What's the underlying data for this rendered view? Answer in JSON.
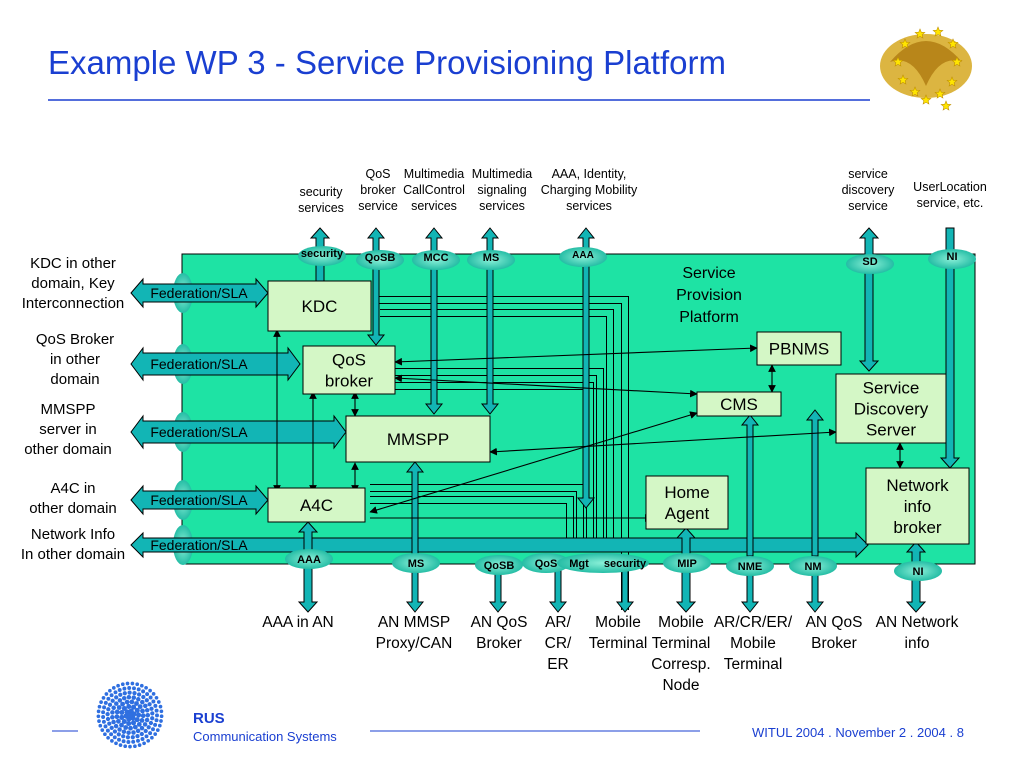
{
  "slide": {
    "title": "Example WP 3 - Service Provisioning Platform",
    "footer": {
      "org": "RUS",
      "org_sub": "Communication Systems",
      "meta": "WITUL 2004 . November 2 .  2004 . 8"
    }
  },
  "platform": {
    "label_lines": [
      "Service",
      "Provision",
      "Platform"
    ]
  },
  "boxes": {
    "kdc": [
      "KDC"
    ],
    "qos_broker": [
      "QoS",
      "broker"
    ],
    "mmspp": [
      "MMSPP"
    ],
    "a4c": [
      "A4C"
    ],
    "pbnms": [
      "PBNMS"
    ],
    "cms": [
      "CMS"
    ],
    "home_agent": [
      "Home",
      "Agent"
    ],
    "sds": [
      "Service",
      "Discovery",
      "Server"
    ],
    "nib": [
      "Network",
      "info",
      "broker"
    ]
  },
  "top_services": [
    [
      "security",
      "services"
    ],
    [
      "QoS",
      "broker",
      "service"
    ],
    [
      "Multimedia",
      "CallControl",
      "services"
    ],
    [
      "Multimedia",
      "signaling",
      "services"
    ],
    [
      "AAA, Identity,",
      "Charging Mobility",
      "services"
    ],
    [
      "service",
      "discovery",
      "service"
    ],
    [
      "UserLocation",
      "service, etc."
    ]
  ],
  "top_ports": [
    "security",
    "QoSB",
    "MCC",
    "MS",
    "AAA",
    "SD",
    "NI"
  ],
  "left_domains": [
    [
      "KDC in other",
      "domain, Key",
      "Interconnection"
    ],
    [
      "QoS Broker",
      "in other",
      "domain"
    ],
    [
      "MMSPP",
      "server in",
      "other domain"
    ],
    [
      "A4C in",
      "other domain"
    ],
    [
      "Network Info",
      "In other domain"
    ]
  ],
  "federation_label": "Federation/SLA",
  "bottom_ports": [
    "AAA",
    "MS",
    "QoSB",
    "QoS",
    "Mgt",
    "security",
    "MIP",
    "NME",
    "NM",
    "NI"
  ],
  "bottom_labels": [
    [
      "AAA in AN"
    ],
    [
      "AN MMSP",
      "Proxy/CAN"
    ],
    [
      "AN QoS",
      "Broker"
    ],
    [
      "AR/",
      "CR/",
      "ER"
    ],
    [
      "Mobile",
      "Terminal"
    ],
    [
      "Mobile",
      "Terminal",
      "Corresp.",
      "Node"
    ],
    [
      "AR/CR/ER/",
      "Mobile",
      "Terminal"
    ],
    [
      "AN QoS",
      "Broker"
    ],
    [
      "AN Network",
      "info"
    ]
  ],
  "colors": {
    "platform": "#1ee3a4",
    "box": "#d4f7c6",
    "port": "#11c3a3",
    "pipe": "#12b5b5",
    "title": "#1a3fd1",
    "text": "#000000"
  },
  "icons": {
    "top_right": "eagle-stars-emblem-icon",
    "bottom_left": "blue-dot-globe-icon"
  }
}
